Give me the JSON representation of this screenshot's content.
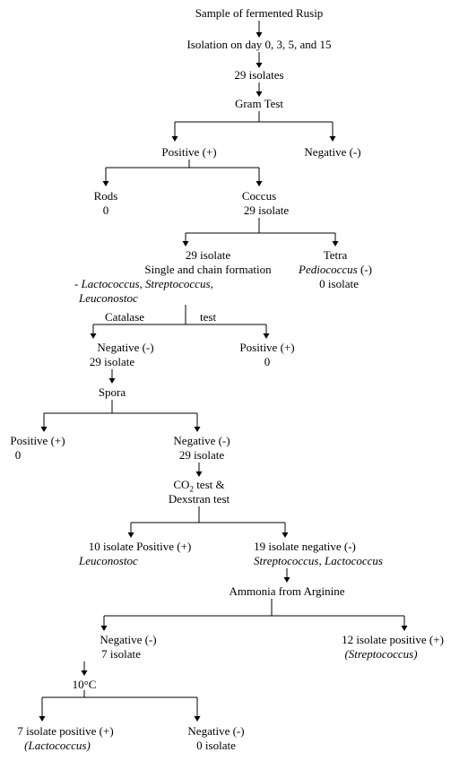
{
  "nodes": {
    "sample": "Sample of fermented Rusip",
    "isolation": "Isolation on day 0, 3, 5, and 15",
    "isolates29": "29 isolates",
    "gram_test": "Gram Test",
    "gram_positive": "Positive (+)",
    "gram_negative": "Negative (-)",
    "rods": "Rods",
    "rods_count": "0",
    "coccus": "Coccus",
    "coccus_count": "29 isolate",
    "single_count": "29 isolate",
    "single_label": "Single and chain formation",
    "single_genera_a": "- Lactococcus, Streptococcus,",
    "single_genera_b": "Leuconostoc",
    "tetra": "Tetra",
    "tetra_genus": "Pediococcus",
    "tetra_sign": " (-)",
    "tetra_count": "0   isolate",
    "catalase_a": "Catalase",
    "catalase_b": "test",
    "cat_negative": "Negative (-)",
    "cat_negative_count": "29 isolate",
    "cat_positive": "Positive (+)",
    "cat_positive_count": "0",
    "spora": "Spora",
    "spora_positive": "Positive (+)",
    "spora_positive_count": "0",
    "spora_negative": "Negative (-)",
    "spora_negative_count": "29 isolate",
    "co2_prefix": "CO",
    "co2_sub": "2",
    "co2_suffix": " test &",
    "dextran": "Dexstran test",
    "dex_positive": "10 isolate Positive (+)",
    "dex_positive_genus": "Leuconostoc",
    "dex_negative": "19 isolate negative (-)",
    "dex_negative_genus": "Streptococcus, Lactococcus",
    "ammonia": "Ammonia from Arginine",
    "amm_negative": "Negative (-)",
    "amm_negative_count": "7 isolate",
    "amm_positive": "12 isolate positive (+)",
    "amm_positive_genus": "(Streptococcus)",
    "temp": "10°C",
    "temp_positive": "7 isolate positive (+)",
    "temp_positive_genus": "(Lactococcus)",
    "temp_negative": "Negative (-)",
    "temp_negative_count": "0 isolate"
  },
  "colors": {
    "line": "#000000",
    "text": "#000000",
    "background": "#ffffff"
  }
}
